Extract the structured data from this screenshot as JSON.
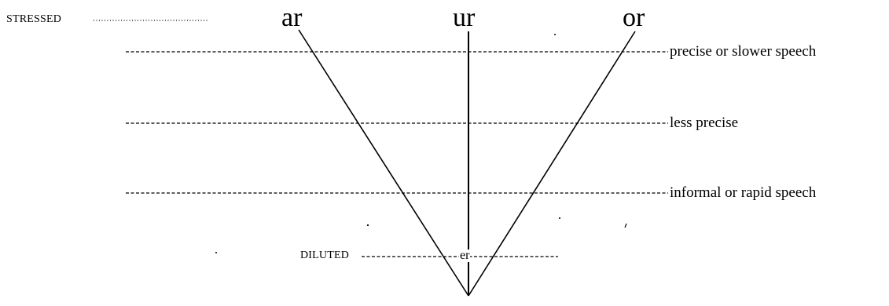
{
  "stressed_label": "STRESSED",
  "diluted_label": "DILUTED",
  "top_vowels": {
    "left": "ar",
    "center": "ur",
    "right": "or"
  },
  "center_vowel": "er",
  "levels": [
    {
      "label": "precise or slower speech"
    },
    {
      "label": "less precise"
    },
    {
      "label": "informal or rapid speech"
    }
  ]
}
